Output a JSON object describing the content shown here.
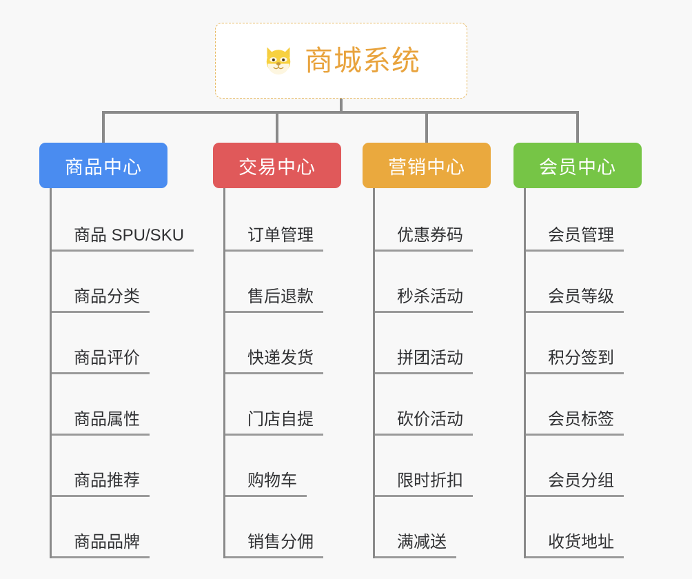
{
  "page": {
    "background_color": "#f8f8f8",
    "type": "mindmap"
  },
  "root": {
    "title": "商城系统",
    "icon": "shiba-dog-face-icon",
    "text_color": "#e8a33d",
    "border_color": "#e7b860",
    "background_color": "#ffffff"
  },
  "connector": {
    "color": "#8a8a8a"
  },
  "categories": [
    {
      "label": "商品中心",
      "color": "#4a8cf0",
      "items": [
        {
          "label": "商品 SPU/SKU"
        },
        {
          "label": "商品分类"
        },
        {
          "label": "商品评价"
        },
        {
          "label": "商品属性"
        },
        {
          "label": "商品推荐"
        },
        {
          "label": "商品品牌"
        }
      ]
    },
    {
      "label": "交易中心",
      "color": "#e0595a",
      "items": [
        {
          "label": "订单管理"
        },
        {
          "label": "售后退款"
        },
        {
          "label": "快递发货"
        },
        {
          "label": "门店自提"
        },
        {
          "label": "购物车"
        },
        {
          "label": "销售分佣"
        }
      ]
    },
    {
      "label": "营销中心",
      "color": "#eaa93e",
      "items": [
        {
          "label": "优惠券码"
        },
        {
          "label": "秒杀活动"
        },
        {
          "label": "拼团活动"
        },
        {
          "label": "砍价活动"
        },
        {
          "label": "限时折扣"
        },
        {
          "label": "满减送"
        }
      ]
    },
    {
      "label": "会员中心",
      "color": "#76c546",
      "items": [
        {
          "label": "会员管理"
        },
        {
          "label": "会员等级"
        },
        {
          "label": "积分签到"
        },
        {
          "label": "会员标签"
        },
        {
          "label": "会员分组"
        },
        {
          "label": "收货地址"
        }
      ]
    }
  ]
}
